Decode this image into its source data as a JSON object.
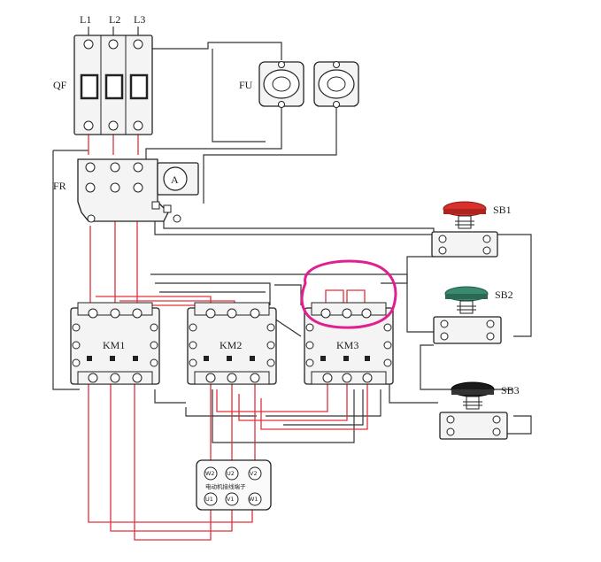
{
  "labels": {
    "l1": "L1",
    "l2": "L2",
    "l3": "L3",
    "qf": "QF",
    "fu": "FU",
    "fr": "FR",
    "ammeter": "A",
    "km1": "KM1",
    "km2": "KM2",
    "km3": "KM3",
    "sb1": "SB1",
    "sb2": "SB2",
    "sb3": "SB3",
    "w2": "W2",
    "u2": "U2",
    "v2": "V2",
    "u1": "U1",
    "v1": "V1",
    "w1": "W1",
    "terminal_block": "电动机接线端子"
  },
  "colors": {
    "wire_red": "#e0303a",
    "wire_black": "#333333",
    "highlight": "#e02090",
    "sb1_button": "#d9302c",
    "sb2_button": "#3a8a70",
    "sb3_button": "#1a1a1a"
  }
}
